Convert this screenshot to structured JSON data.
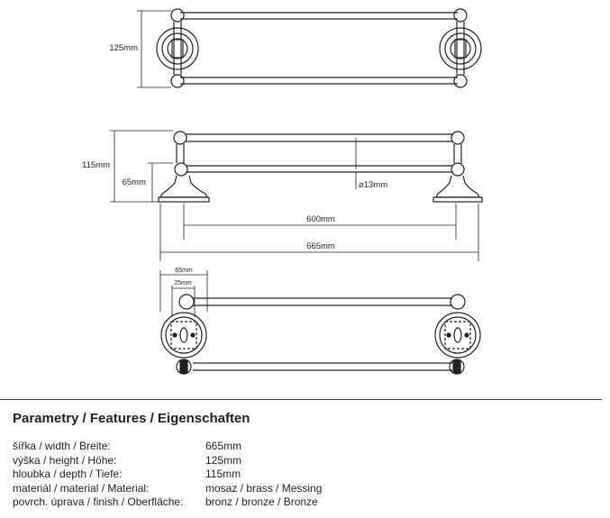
{
  "drawing": {
    "top_view": {
      "height_label": "125mm"
    },
    "front_view": {
      "height_label": "115mm",
      "depth_label": "65mm",
      "rod_diameter_label": "⌀13mm",
      "inner_width_label": "600mm",
      "total_width_label": "665mm"
    },
    "back_view": {
      "mount_width_label": "65mm",
      "bracket_width_label": "25mm"
    }
  },
  "section_title": "Parametry / Features / Eigenschaften",
  "parameters": [
    {
      "label": "šířka / width / Breite:",
      "value": "665mm"
    },
    {
      "label": "výška / height / Höhe:",
      "value": "125mm"
    },
    {
      "label": "hloubka / depth / Tiefe:",
      "value": "115mm"
    },
    {
      "label": "materiál / material / Material:",
      "value": "mosaz / brass / Messing"
    },
    {
      "label": "povrch. úprava / finish / Oberfläche:",
      "value": "bronz / bronze / Bronze"
    }
  ]
}
